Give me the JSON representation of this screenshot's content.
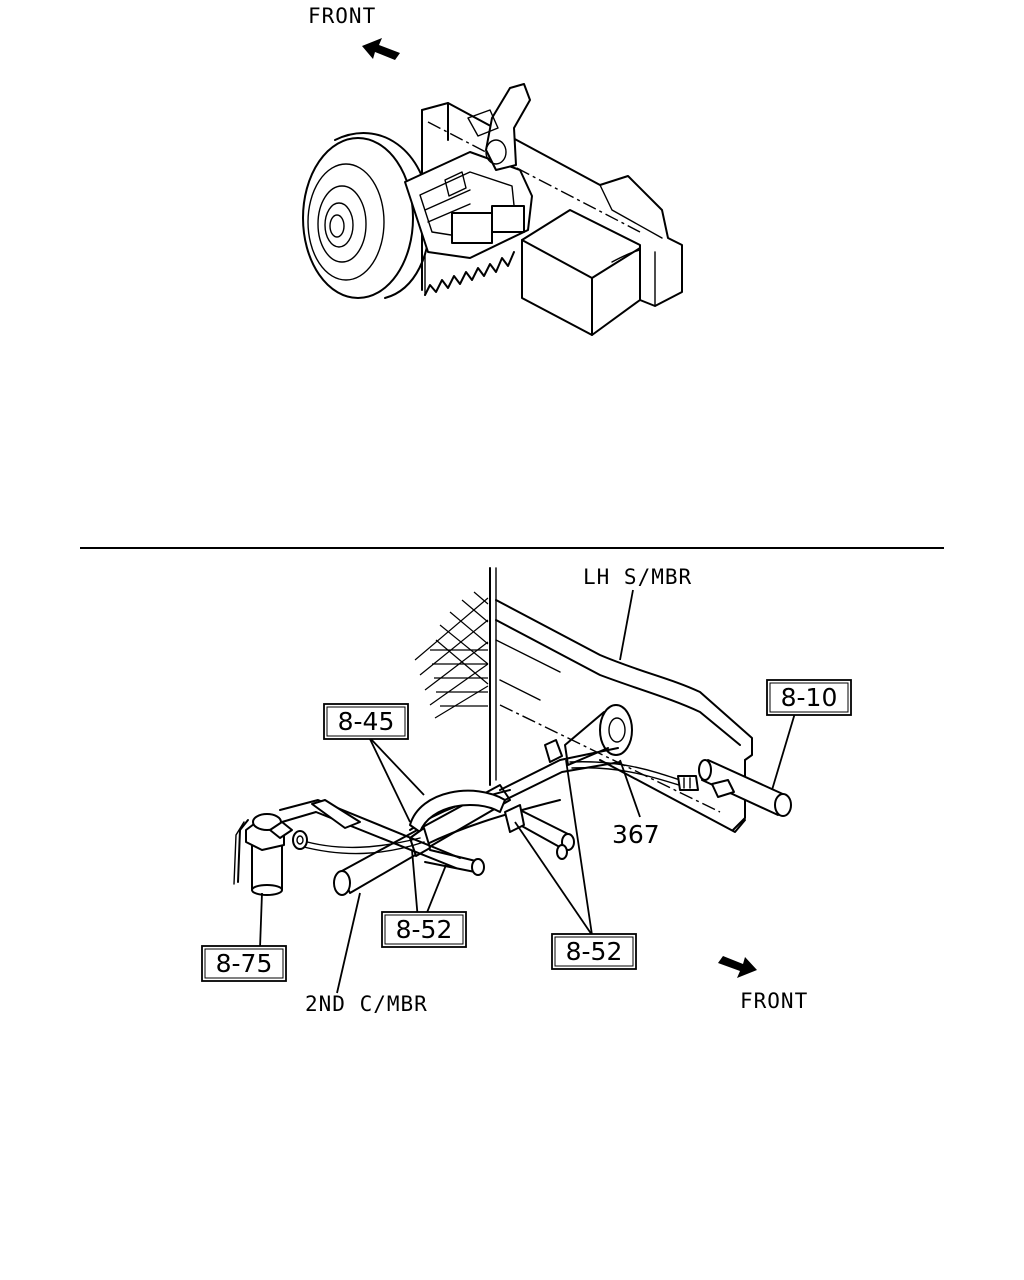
{
  "top_view": {
    "front_label": "FRONT"
  },
  "bottom_view": {
    "front_label": "FRONT",
    "lh_smbr_label": "LH S/MBR",
    "second_cmbr_label": "2ND C/MBR",
    "part_number_367": "367"
  },
  "callouts": {
    "c_8_45": "8-45",
    "c_8_10": "8-10",
    "c_8_52_a": "8-52",
    "c_8_52_b": "8-52",
    "c_8_75": "8-75"
  },
  "colors": {
    "line": "#000000",
    "background": "#ffffff"
  }
}
